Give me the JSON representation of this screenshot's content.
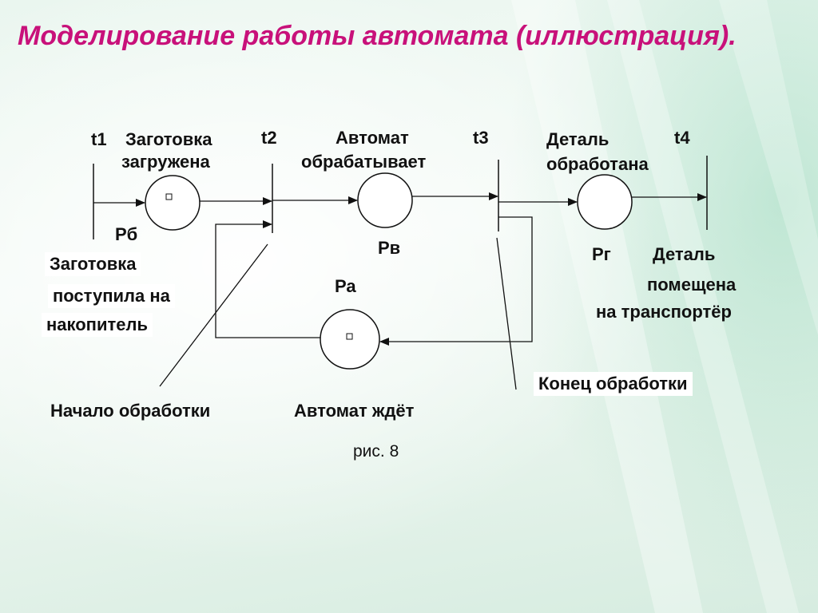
{
  "title": "Моделирование работы автомата (иллюстрация).",
  "transitions": {
    "t1": "t1",
    "t2": "t2",
    "t3": "t3",
    "t4": "t4"
  },
  "places": {
    "pb": "Рб",
    "pv": "Рв",
    "pg": "Рг",
    "pa": "Ра"
  },
  "events": {
    "blank_loaded_1": "Заготовка",
    "blank_loaded_2": "загружена",
    "machine_processing_1": "Автомат",
    "machine_processing_2": "обрабатывает",
    "part_processed_1": "Деталь",
    "part_processed_2": "обработана",
    "part_on_conveyor_1": "Деталь",
    "part_on_conveyor_2": "помещена",
    "part_on_conveyor_3": "на транспортёр",
    "blank_arrived_1": "Заготовка",
    "blank_arrived_2": "поступила на",
    "blank_arrived_3": "накопитель",
    "processing_start": "Начало обработки",
    "machine_waits": "Автомат ждёт",
    "processing_end": "Конец обработки"
  },
  "caption": "рис. 8"
}
